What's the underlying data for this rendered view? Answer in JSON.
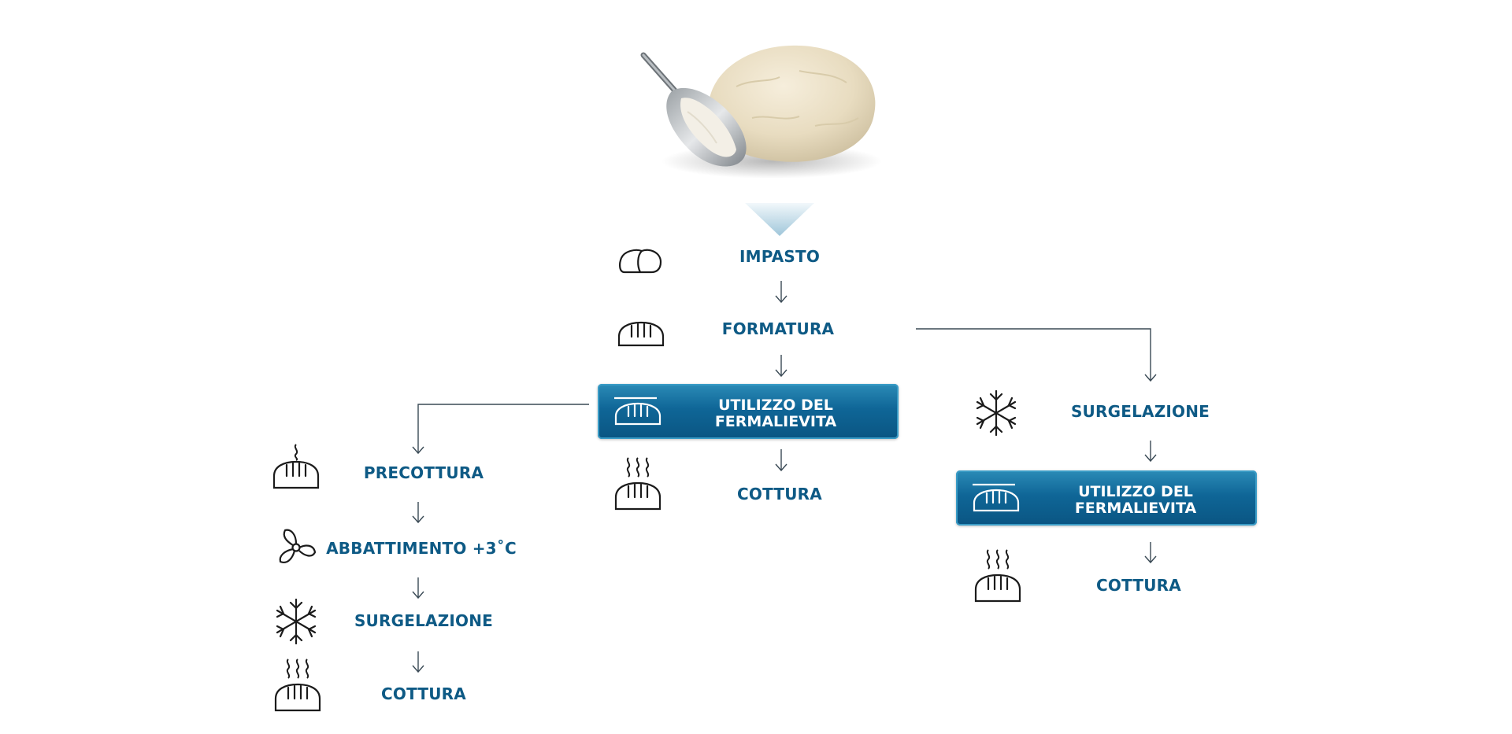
{
  "main_flow": {
    "impasto": "IMPASTO",
    "formatura": "FORMATURA",
    "box_line1": "UTILIZZO DEL",
    "box_line2": "FERMALIEVITA",
    "cottura": "COTTURA"
  },
  "left_flow": {
    "precottura": "PRECOTTURA",
    "abbattimento": "ABBATTIMENTO +3˚C",
    "surgelazione": "SURGELAZIONE",
    "cottura": "COTTURA"
  },
  "right_flow": {
    "surgelazione": "SURGELAZIONE",
    "box_line1": "UTILIZZO DEL",
    "box_line2": "FERMALIEVITA",
    "cottura": "COTTURA"
  },
  "colors": {
    "text": "#0e5a85",
    "box": "#0f6697",
    "line": "#3a4a55"
  },
  "icons": [
    "dough-photo",
    "bread-roll-icon",
    "loaf-icon",
    "fermalievita-icon",
    "baked-loaf-icon",
    "snowflake-icon",
    "fan-icon",
    "precooked-loaf-icon"
  ]
}
